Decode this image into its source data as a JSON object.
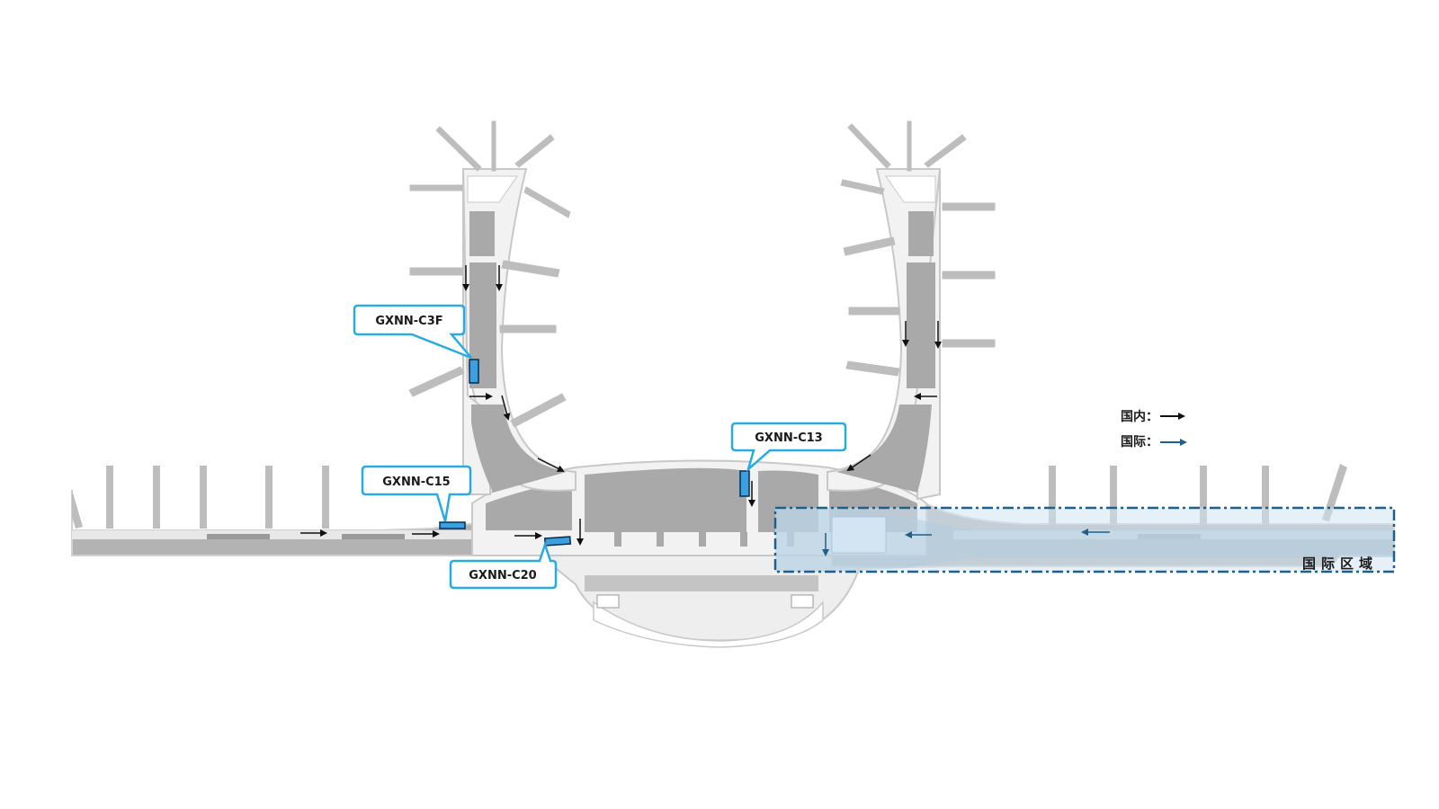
{
  "colors": {
    "background": "#ffffff",
    "building_gray": "#a9a9a9",
    "corridor_gray": "#bdbdbd",
    "walkway_light": "#e9e9e9",
    "outline": "#c8c8c8",
    "callout_border": "#29abe2",
    "marker_fill": "#3aa0e0",
    "marker_border": "#0b2a4a",
    "arrow_domestic": "#111111",
    "arrow_international": "#1f5f8b",
    "international_zone_fill": "#cfe3f2",
    "international_zone_border": "#1f5f8b"
  },
  "icons": {
    "marker": "blue-rectangle-marker-icon",
    "arrow": "arrow-icon"
  },
  "callouts": {
    "c3f": {
      "label": "GXNN-C3F"
    },
    "c15": {
      "label": "GXNN-C15"
    },
    "c13": {
      "label": "GXNN-C13"
    },
    "c20": {
      "label": "GXNN-C20"
    }
  },
  "legend": {
    "domestic": {
      "label": "国内：",
      "color": "#111111"
    },
    "international": {
      "label": "国际：",
      "color": "#1f5f8b"
    }
  },
  "zones": {
    "international": {
      "label": "国际区域"
    }
  }
}
